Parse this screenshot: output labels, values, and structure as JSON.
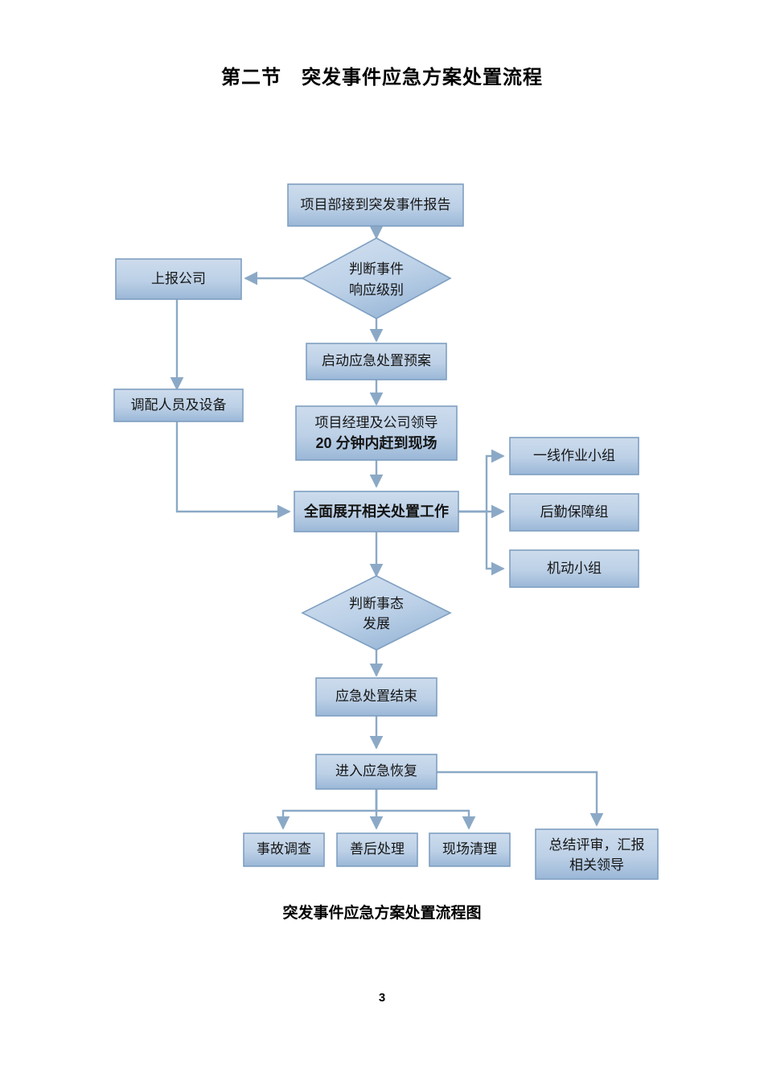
{
  "document": {
    "title": "第二节　突发事件应急方案处置流程",
    "figure_caption": "突发事件应急方案处置流程图",
    "page_number": "3"
  },
  "colors": {
    "box_fill_top": "#c6d9ec",
    "box_fill_bottom": "#9cb9d8",
    "box_border": "#7f9fc1",
    "diamond_fill_top": "#cbdcee",
    "diamond_fill_bottom": "#9ab8d8",
    "connector": "#8ba9c6",
    "text": "#151515"
  },
  "flowchart": {
    "type": "flowchart",
    "nodes": [
      {
        "id": "n1",
        "shape": "process",
        "label": "项目部接到突发事件报告",
        "bold": false
      },
      {
        "id": "n2",
        "shape": "decision",
        "label_line1": "判断事件",
        "label_line2": "响应级别",
        "bold": false
      },
      {
        "id": "n3",
        "shape": "process",
        "label": "上报公司",
        "bold": false
      },
      {
        "id": "n4",
        "shape": "process",
        "label": "调配人员及设备",
        "bold": false
      },
      {
        "id": "n5",
        "shape": "process",
        "label": "启动应急处置预案",
        "bold": false
      },
      {
        "id": "n6",
        "shape": "process",
        "label_line1": "项目经理及公司领导",
        "label_line2": "20 分钟内赶到现场",
        "bold_line2": true
      },
      {
        "id": "n7",
        "shape": "process",
        "label": "全面展开相关处置工作",
        "bold": true
      },
      {
        "id": "n8",
        "shape": "process",
        "label": "一线作业小组",
        "bold": false
      },
      {
        "id": "n9",
        "shape": "process",
        "label": "后勤保障组",
        "bold": false
      },
      {
        "id": "n10",
        "shape": "process",
        "label": "机动小组",
        "bold": false
      },
      {
        "id": "n11",
        "shape": "decision",
        "label_line1": "判断事态",
        "label_line2": "发展",
        "bold": false
      },
      {
        "id": "n12",
        "shape": "process",
        "label": "应急处置结束",
        "bold": false
      },
      {
        "id": "n13",
        "shape": "process",
        "label": "进入应急恢复",
        "bold": false
      },
      {
        "id": "n14",
        "shape": "process",
        "label": "事故调查",
        "bold": false
      },
      {
        "id": "n15",
        "shape": "process",
        "label": "善后处理",
        "bold": false
      },
      {
        "id": "n16",
        "shape": "process",
        "label": "现场清理",
        "bold": false
      },
      {
        "id": "n17",
        "shape": "process",
        "label_line1": "总结评审，汇报",
        "label_line2": "相关领导",
        "bold": false
      }
    ],
    "edges": [
      {
        "from": "n1",
        "to": "n2"
      },
      {
        "from": "n2",
        "to": "n3"
      },
      {
        "from": "n2",
        "to": "n5"
      },
      {
        "from": "n3",
        "to": "n4"
      },
      {
        "from": "n4",
        "to": "n7"
      },
      {
        "from": "n5",
        "to": "n6"
      },
      {
        "from": "n6",
        "to": "n7"
      },
      {
        "from": "n7",
        "to": "n8"
      },
      {
        "from": "n7",
        "to": "n9"
      },
      {
        "from": "n7",
        "to": "n10"
      },
      {
        "from": "n7",
        "to": "n11"
      },
      {
        "from": "n11",
        "to": "n12"
      },
      {
        "from": "n12",
        "to": "n13"
      },
      {
        "from": "n13",
        "to": "n14"
      },
      {
        "from": "n13",
        "to": "n15"
      },
      {
        "from": "n13",
        "to": "n16"
      },
      {
        "from": "n13",
        "to": "n17"
      }
    ]
  }
}
